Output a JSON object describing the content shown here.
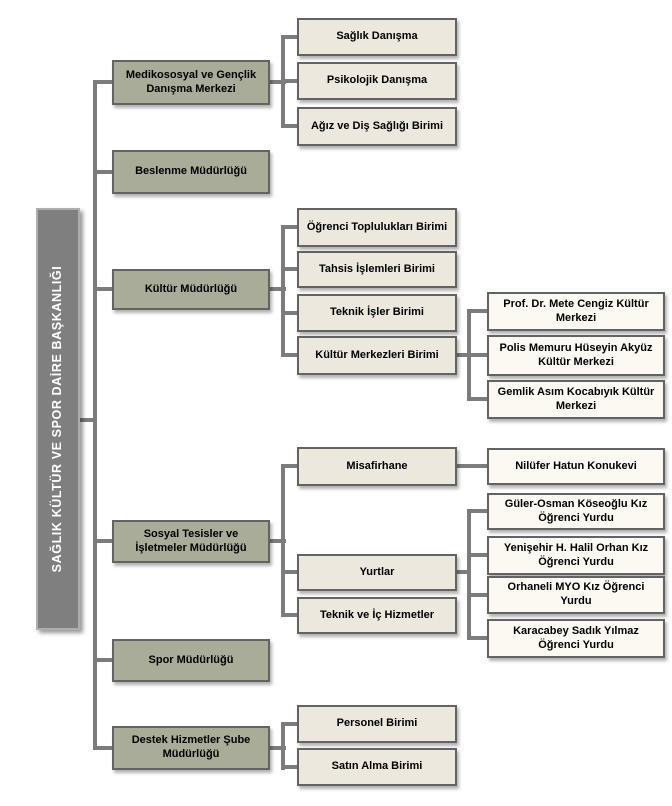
{
  "root": {
    "label": "SAĞLIK KÜLTÜR VE SPOR DAİRE BAŞKANLIĞI"
  },
  "units": [
    {
      "label": "Medikososyal ve Gençlik Danışma Merkezi",
      "children": [
        {
          "label": "Sağlık Danışma"
        },
        {
          "label": "Psikolojik Danışma"
        },
        {
          "label": "Ağız ve Diş Sağlığı Birimi"
        }
      ]
    },
    {
      "label": "Beslenme Müdürlüğü",
      "children": []
    },
    {
      "label": "Kültür Müdürlüğü",
      "children": [
        {
          "label": "Öğrenci Toplulukları Birimi"
        },
        {
          "label": "Tahsis İşlemleri Birimi"
        },
        {
          "label": "Teknik İşler Birimi"
        },
        {
          "label": "Kültür Merkezleri Birimi",
          "children": [
            {
              "label": "Prof. Dr. Mete Cengiz Kültür Merkezi"
            },
            {
              "label": "Polis Memuru Hüseyin Akyüz Kültür Merkezi"
            },
            {
              "label": "Gemlik Asım Kocabıyık Kültür Merkezi"
            }
          ]
        }
      ]
    },
    {
      "label": "Sosyal Tesisler ve İşletmeler Müdürlüğü",
      "children": [
        {
          "label": "Misafirhane",
          "children": [
            {
              "label": "Nilüfer Hatun Konukevi"
            }
          ]
        },
        {
          "label": "Yurtlar",
          "children": [
            {
              "label": "Güler-Osman Köseoğlu Kız Öğrenci Yurdu"
            },
            {
              "label": "Yenişehir H. Halil Orhan Kız Öğrenci Yurdu"
            },
            {
              "label": "Orhaneli MYO Kız Öğrenci Yurdu"
            },
            {
              "label": "Karacabey Sadık Yılmaz Öğrenci Yurdu"
            }
          ]
        },
        {
          "label": "Teknik ve İç Hizmetler"
        }
      ]
    },
    {
      "label": "Spor Müdürlüğü",
      "children": []
    },
    {
      "label": "Destek Hizmetler Şube Müdürlüğü",
      "children": [
        {
          "label": "Personel Birimi"
        },
        {
          "label": "Satın Alma Birimi"
        }
      ]
    }
  ],
  "colors": {
    "level1-fill": "#7f7f7f",
    "level2-fill": "#a9ac99",
    "level3-fill": "#ece8dd",
    "level4-fill": "#fbf9f1",
    "line": "#7c7c7c",
    "border": "#636363",
    "text": "#000000",
    "root-text": "#ffffff"
  }
}
